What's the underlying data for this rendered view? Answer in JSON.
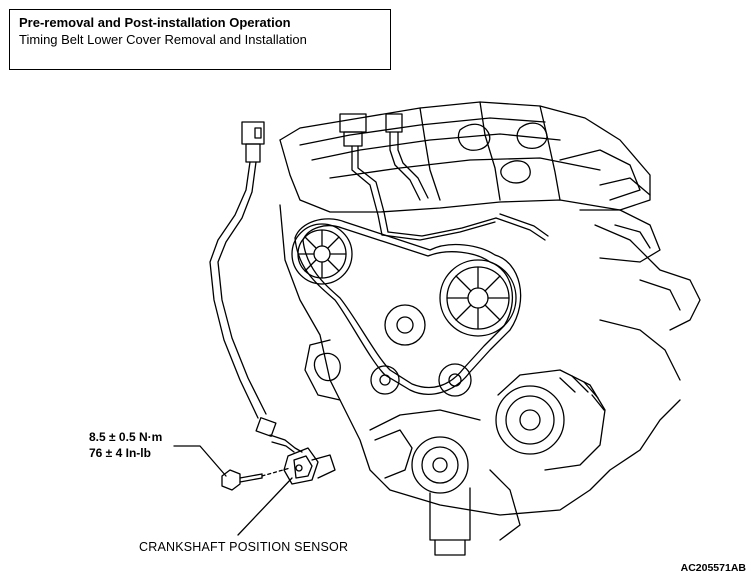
{
  "header": {
    "title": "Pre-removal and Post-installation Operation",
    "subtitle": "Timing Belt Lower Cover Removal and Installation"
  },
  "callouts": {
    "torque_nm": "8.5 ± 0.5 N·m",
    "torque_inlb": "76 ± 4 In-lb",
    "sensor": "CRANKSHAFT POSITION SENSOR"
  },
  "figure_id": "AC205571AB"
}
